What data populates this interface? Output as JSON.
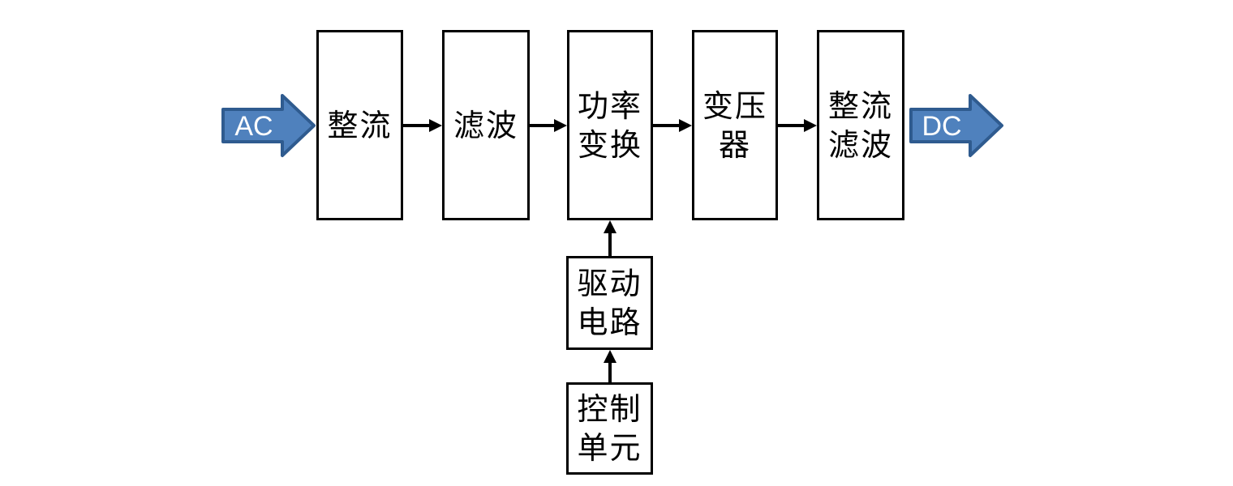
{
  "diagram": {
    "type": "block-flow-diagram",
    "subject": "switching power supply signal chain",
    "blocks": [
      {
        "id": "rectifier",
        "label": "整流"
      },
      {
        "id": "filter",
        "label": "滤波"
      },
      {
        "id": "power-conversion",
        "label": "功率\n变换"
      },
      {
        "id": "transformer",
        "label": "变压\n器"
      },
      {
        "id": "rectifier-filter",
        "label": "整流\n滤波"
      },
      {
        "id": "drive-circuit",
        "label": "驱动\n电路"
      },
      {
        "id": "control-unit",
        "label": "控制\n单元"
      }
    ],
    "io": {
      "input_label": "AC",
      "output_label": "DC"
    },
    "connections": [
      {
        "from": "ac-input",
        "to": "rectifier",
        "direction": "right"
      },
      {
        "from": "rectifier",
        "to": "filter",
        "direction": "right"
      },
      {
        "from": "filter",
        "to": "power-conversion",
        "direction": "right"
      },
      {
        "from": "power-conversion",
        "to": "transformer",
        "direction": "right"
      },
      {
        "from": "transformer",
        "to": "rectifier-filter",
        "direction": "right"
      },
      {
        "from": "rectifier-filter",
        "to": "dc-output",
        "direction": "right"
      },
      {
        "from": "drive-circuit",
        "to": "power-conversion",
        "direction": "up"
      },
      {
        "from": "control-unit",
        "to": "drive-circuit",
        "direction": "up"
      }
    ],
    "colors": {
      "io_arrow_fill": "#4f81bd",
      "io_arrow_border": "#2f5b8f",
      "io_arrow_text": "#ffffff",
      "line_color": "#000000",
      "background": "#ffffff"
    }
  }
}
